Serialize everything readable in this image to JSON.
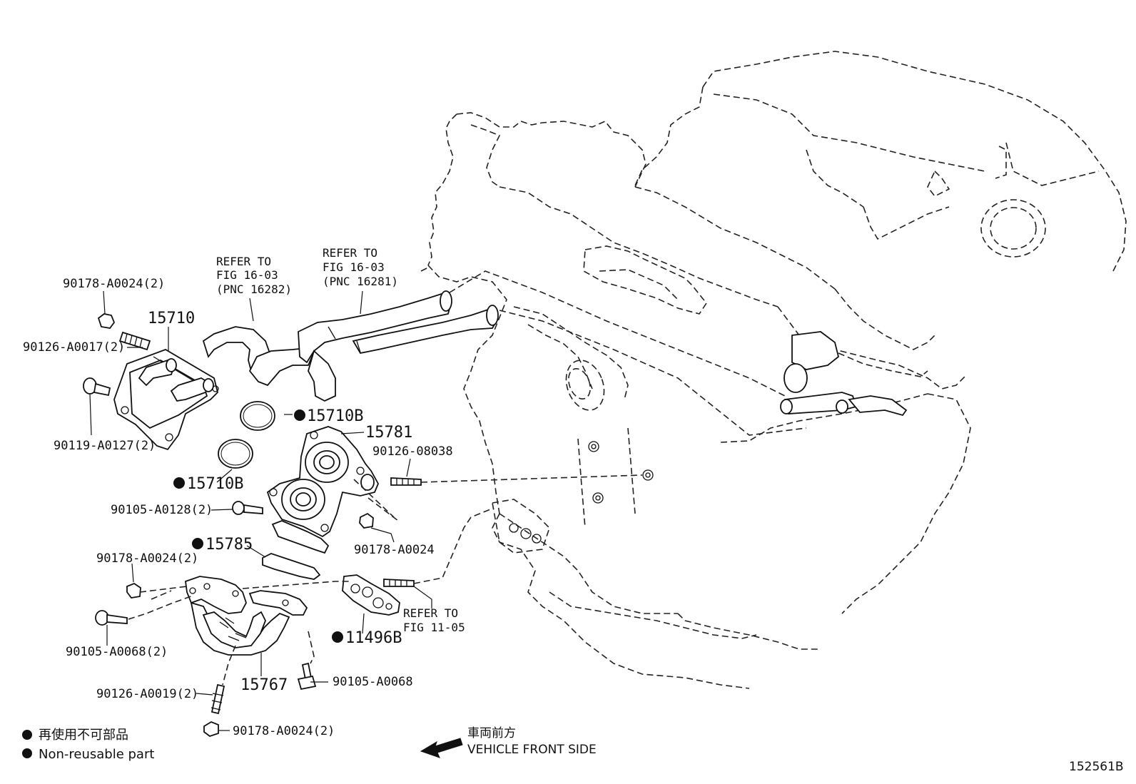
{
  "parts": {
    "p_90178_a0024_2_top": "90178-A0024(2)",
    "p_15710": "15710",
    "p_90126_a0017_2": "90126-A0017(2)",
    "p_90119_a0127_2": "90119-A0127(2)",
    "p_15710b_a": "15710B",
    "p_15710b_b": "15710B",
    "p_15781": "15781",
    "p_90126_08038": "90126-08038",
    "p_90105_a0128_2": "90105-A0128(2)",
    "p_90178_a0024": "90178-A0024",
    "p_15785": "15785",
    "p_90178_a0024_2_mid": "90178-A0024(2)",
    "p_90105_a0068_2": "90105-A0068(2)",
    "p_11496b": "11496B",
    "p_15767": "15767",
    "p_90105_a0068": "90105-A0068",
    "p_90126_a0019_2": "90126-A0019(2)",
    "p_90178_a0024_2_bottom": "90178-A0024(2)"
  },
  "references": {
    "ref1_line1": "REFER TO",
    "ref1_line2": "FIG 16-03",
    "ref1_line3": "(PNC 16282)",
    "ref2_line1": "REFER TO",
    "ref2_line2": "FIG 16-03",
    "ref2_line3": "(PNC 16281)",
    "ref3_line1": "REFER TO",
    "ref3_line2": "FIG 11-05"
  },
  "legend": {
    "nonreusable_jp": "再使用不可部品",
    "nonreusable_en": "Non-reusable part"
  },
  "direction": {
    "label_jp": "車両前方",
    "label_en": "VEHICLE FRONT SIDE"
  },
  "figure_id": "152561B"
}
